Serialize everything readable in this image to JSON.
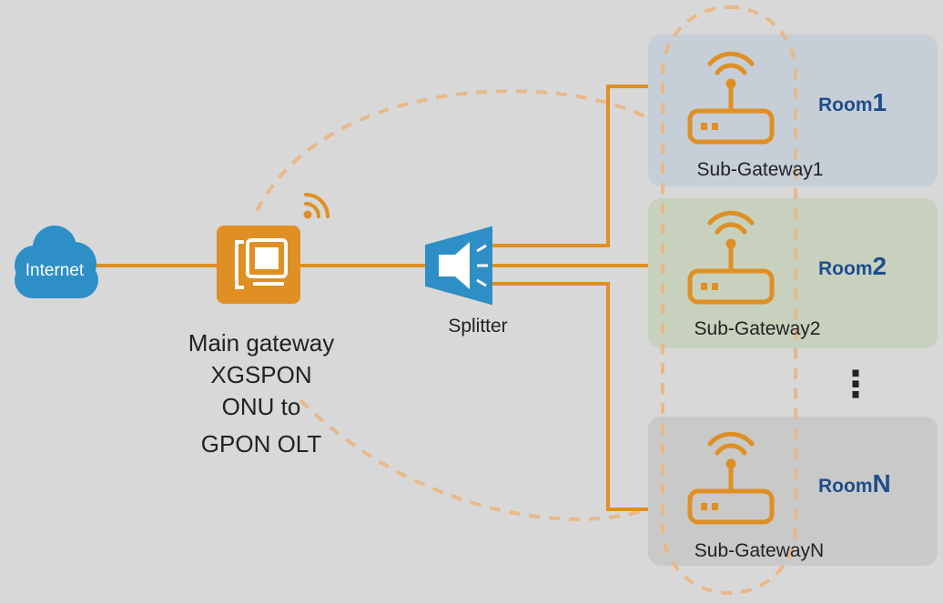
{
  "diagram": {
    "internet_label": "Internet",
    "main_gateway_lines": [
      "Main gateway",
      "XGSPON",
      "ONU to",
      "GPON OLT"
    ],
    "splitter_label": "Splitter",
    "ellipsis": "⋮",
    "rooms": [
      {
        "room_prefix": "Room",
        "room_suffix": "1",
        "gateway_label": "Sub-Gateway1",
        "fill": "#c6ced8"
      },
      {
        "room_prefix": "Room",
        "room_suffix": "2",
        "gateway_label": "Sub-Gateway2",
        "fill": "#c7d1bd"
      },
      {
        "room_prefix": "Room",
        "room_suffix": "N",
        "gateway_label": "Sub-GatewayN",
        "fill": "#c9c9c9"
      }
    ]
  },
  "colors": {
    "background": "#d8d8d8",
    "link": "#df8f23",
    "cloud": "#2e8fc6",
    "room_text": "#1f4e8c",
    "label_text": "#222222",
    "dashed": "#e8b98a"
  },
  "icons": {
    "cloud": "cloud-icon",
    "gateway": "gateway-router-icon",
    "splitter": "splitter-icon",
    "wifi": "wifi-icon",
    "router": "router-icon"
  }
}
